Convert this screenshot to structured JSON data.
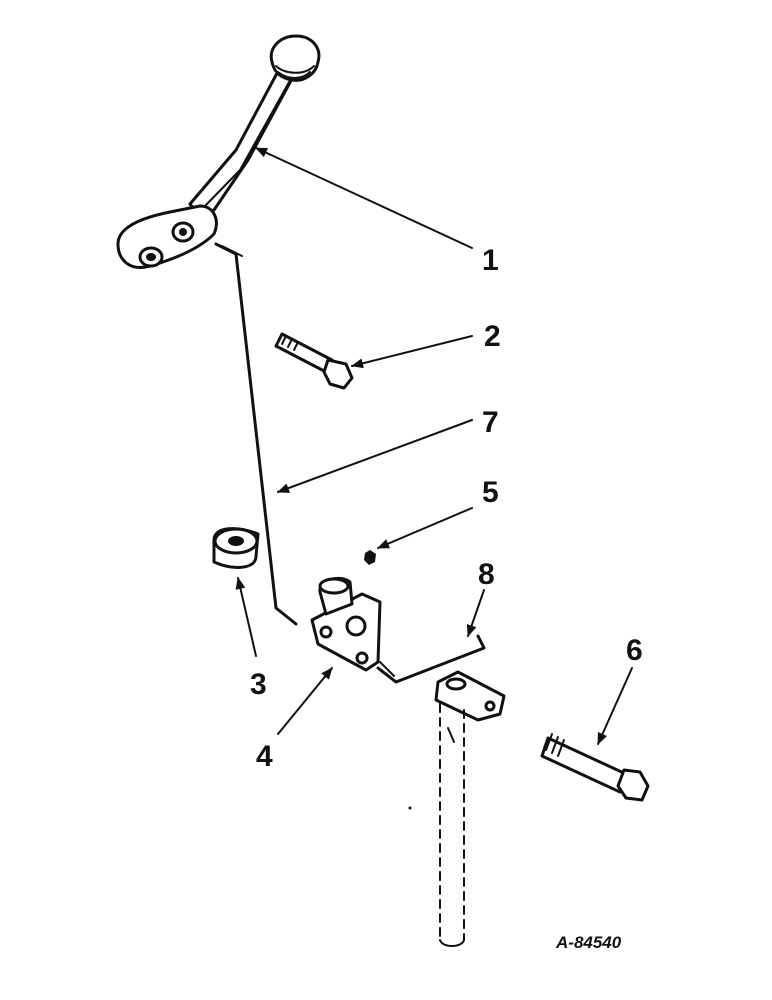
{
  "diagram": {
    "reference_code": "A-84540",
    "callouts": [
      {
        "id": "1",
        "label": "1"
      },
      {
        "id": "2",
        "label": "2"
      },
      {
        "id": "3",
        "label": "3"
      },
      {
        "id": "4",
        "label": "4"
      },
      {
        "id": "5",
        "label": "5"
      },
      {
        "id": "6",
        "label": "6"
      },
      {
        "id": "7",
        "label": "7"
      },
      {
        "id": "8",
        "label": "8"
      }
    ]
  },
  "colors": {
    "ink": "#111111",
    "background": "#ffffff"
  }
}
